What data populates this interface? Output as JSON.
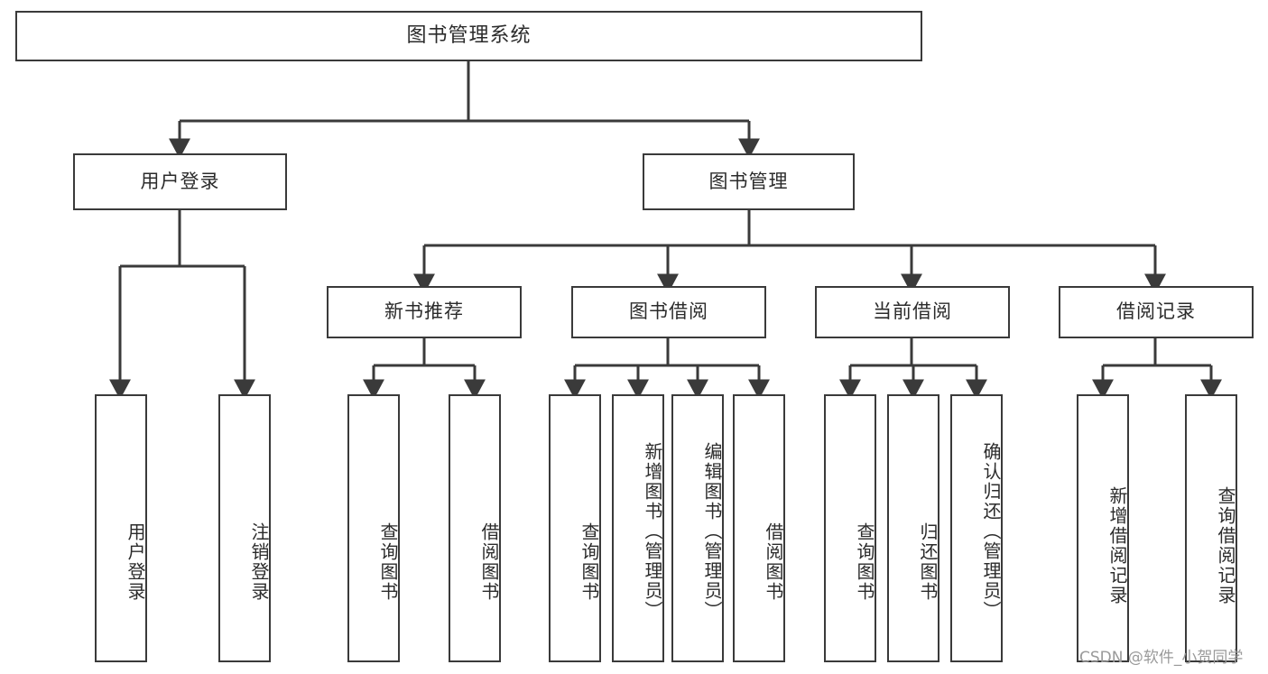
{
  "diagram": {
    "title": "图书管理系统",
    "type": "tree-hierarchy",
    "root": {
      "label": "图书管理系统"
    },
    "level2": [
      {
        "id": "user-login",
        "label": "用户登录"
      },
      {
        "id": "book-manage",
        "label": "图书管理"
      }
    ],
    "level3": [
      {
        "id": "new-book-recommend",
        "label": "新书推荐",
        "parent": "book-manage"
      },
      {
        "id": "book-borrow",
        "label": "图书借阅",
        "parent": "book-manage"
      },
      {
        "id": "current-borrow",
        "label": "当前借阅",
        "parent": "book-manage"
      },
      {
        "id": "borrow-record",
        "label": "借阅记录",
        "parent": "book-manage"
      }
    ],
    "leaves": {
      "user-login": [
        {
          "id": "leaf-user-login",
          "label": "用户登录"
        },
        {
          "id": "leaf-user-logout",
          "label": "注销登录"
        }
      ],
      "new-book-recommend": [
        {
          "id": "leaf-query-book-1",
          "label": "查询图书"
        },
        {
          "id": "leaf-borrow-book-1",
          "label": "借阅图书"
        }
      ],
      "book-borrow": [
        {
          "id": "leaf-query-book-2",
          "label": "查询图书"
        },
        {
          "id": "leaf-add-book",
          "label": "新增图书（管理员）"
        },
        {
          "id": "leaf-edit-book",
          "label": "编辑图书（管理员）"
        },
        {
          "id": "leaf-borrow-book-2",
          "label": "借阅图书"
        }
      ],
      "current-borrow": [
        {
          "id": "leaf-query-book-3",
          "label": "查询图书"
        },
        {
          "id": "leaf-return-book",
          "label": "归还图书"
        },
        {
          "id": "leaf-confirm-return",
          "label": "确认归还（管理员）"
        }
      ],
      "borrow-record": [
        {
          "id": "leaf-add-record",
          "label": "新增借阅记录"
        },
        {
          "id": "leaf-query-record",
          "label": "查询借阅记录"
        }
      ]
    }
  },
  "watermark": {
    "text": "CSDN @软件_小贺同学"
  },
  "colors": {
    "stroke": "#3a3a3a",
    "background": "#ffffff",
    "text": "#2b2b2b",
    "watermark": "#9a9a9a"
  }
}
